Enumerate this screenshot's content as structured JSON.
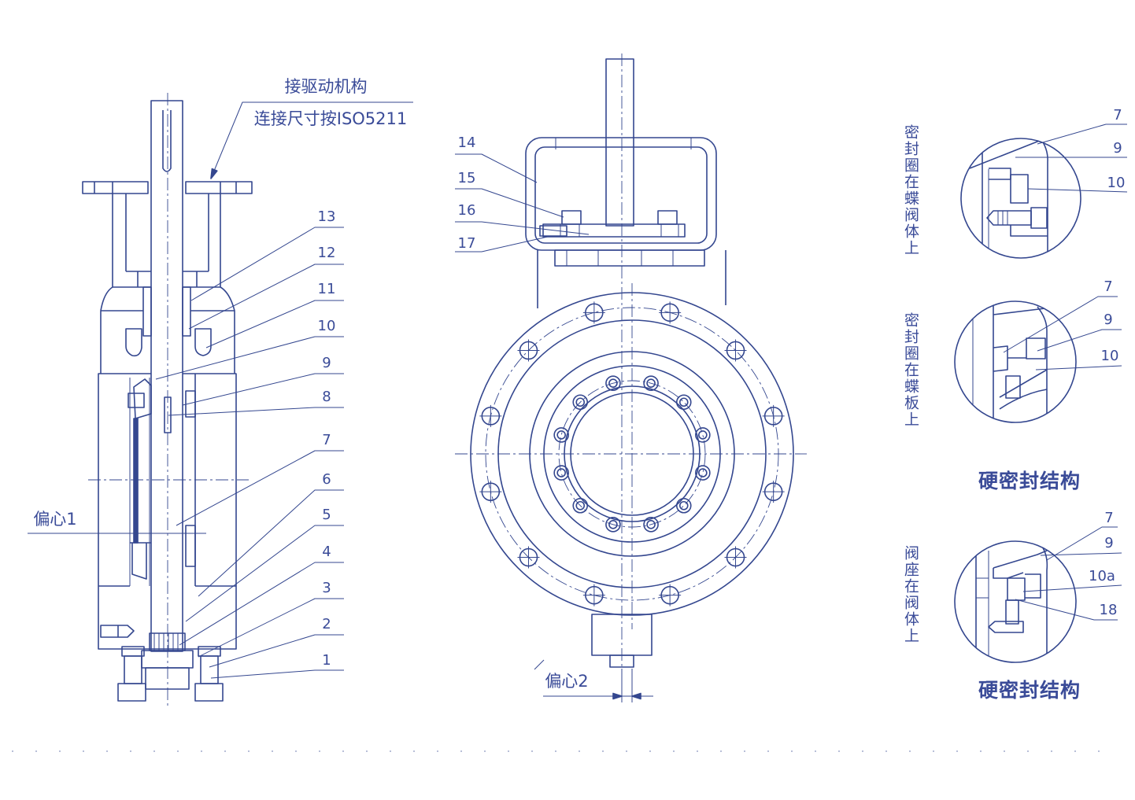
{
  "colors": {
    "line": "#34478f",
    "text": "#3a4b98",
    "background": "#ffffff"
  },
  "left_view": {
    "actuator_label": "接驱动机构",
    "iso_label": "连接尺寸按ISO5211",
    "eccentric_label": "偏心1",
    "callouts": [
      "13",
      "12",
      "11",
      "10",
      "9",
      "8",
      "7",
      "6",
      "5",
      "4",
      "3",
      "2",
      "1"
    ]
  },
  "front_view": {
    "callouts": [
      "14",
      "15",
      "16",
      "17"
    ],
    "eccentric_label": "偏心2"
  },
  "details": [
    {
      "caption": "密封圈在蝶阀体上",
      "callouts": [
        "7",
        "9",
        "10"
      ]
    },
    {
      "caption": "密封圈在蝶板上",
      "callouts": [
        "7",
        "9",
        "10"
      ],
      "title": "硬密封结构"
    },
    {
      "caption": "阀座在阀体上",
      "callouts": [
        "7",
        "9",
        "10a",
        "18"
      ],
      "title": "硬密封结构"
    }
  ]
}
